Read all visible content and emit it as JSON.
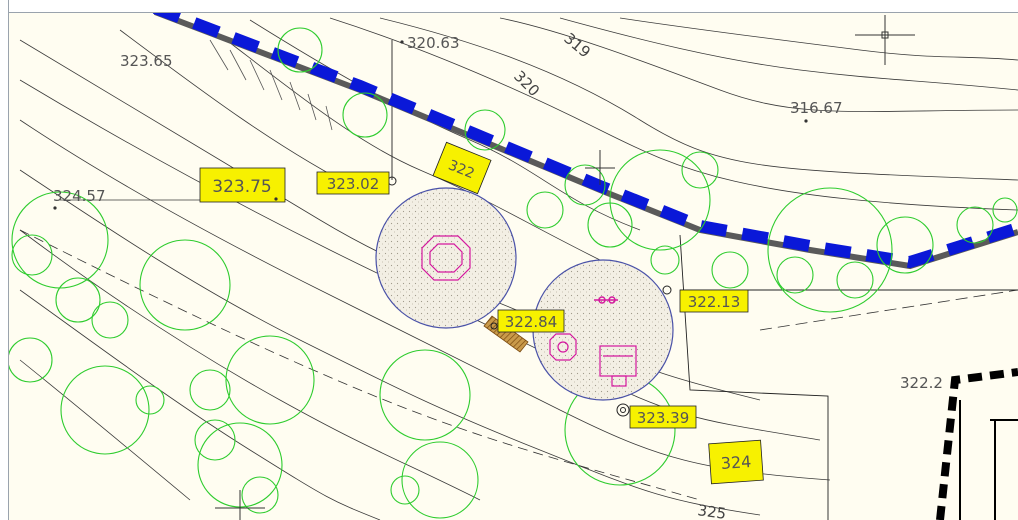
{
  "map": {
    "background": "#fffdf1",
    "colors": {
      "contour": "#303030",
      "tree": "#2ecc2e",
      "pad": "#4a52a8",
      "fixture": "#d4179e",
      "label_fill": "#f7f100",
      "road_blue": "#0a18d8",
      "road_gray": "#5a5a5a",
      "building": "#000000",
      "wood": "#b07a2a"
    },
    "contour_labels": [
      {
        "id": "c319",
        "text": "319"
      },
      {
        "id": "c320",
        "text": "320"
      },
      {
        "id": "c325",
        "text": "325"
      }
    ],
    "spot_elevations": [
      {
        "id": "e1",
        "text": "320.63"
      },
      {
        "id": "e2",
        "text": "323.65"
      },
      {
        "id": "e3",
        "text": "316.67"
      },
      {
        "id": "e4",
        "text": "324.57"
      },
      {
        "id": "e5",
        "text": "322.2"
      }
    ],
    "highlighted_labels": [
      {
        "id": "h1",
        "text": "323.75"
      },
      {
        "id": "h2",
        "text": "323.02"
      },
      {
        "id": "h3",
        "text": "322.13"
      },
      {
        "id": "h4",
        "text": "322.84"
      },
      {
        "id": "h5",
        "text": "323.39"
      },
      {
        "id": "h6",
        "text": "324"
      },
      {
        "id": "h7",
        "text": "322"
      }
    ]
  }
}
